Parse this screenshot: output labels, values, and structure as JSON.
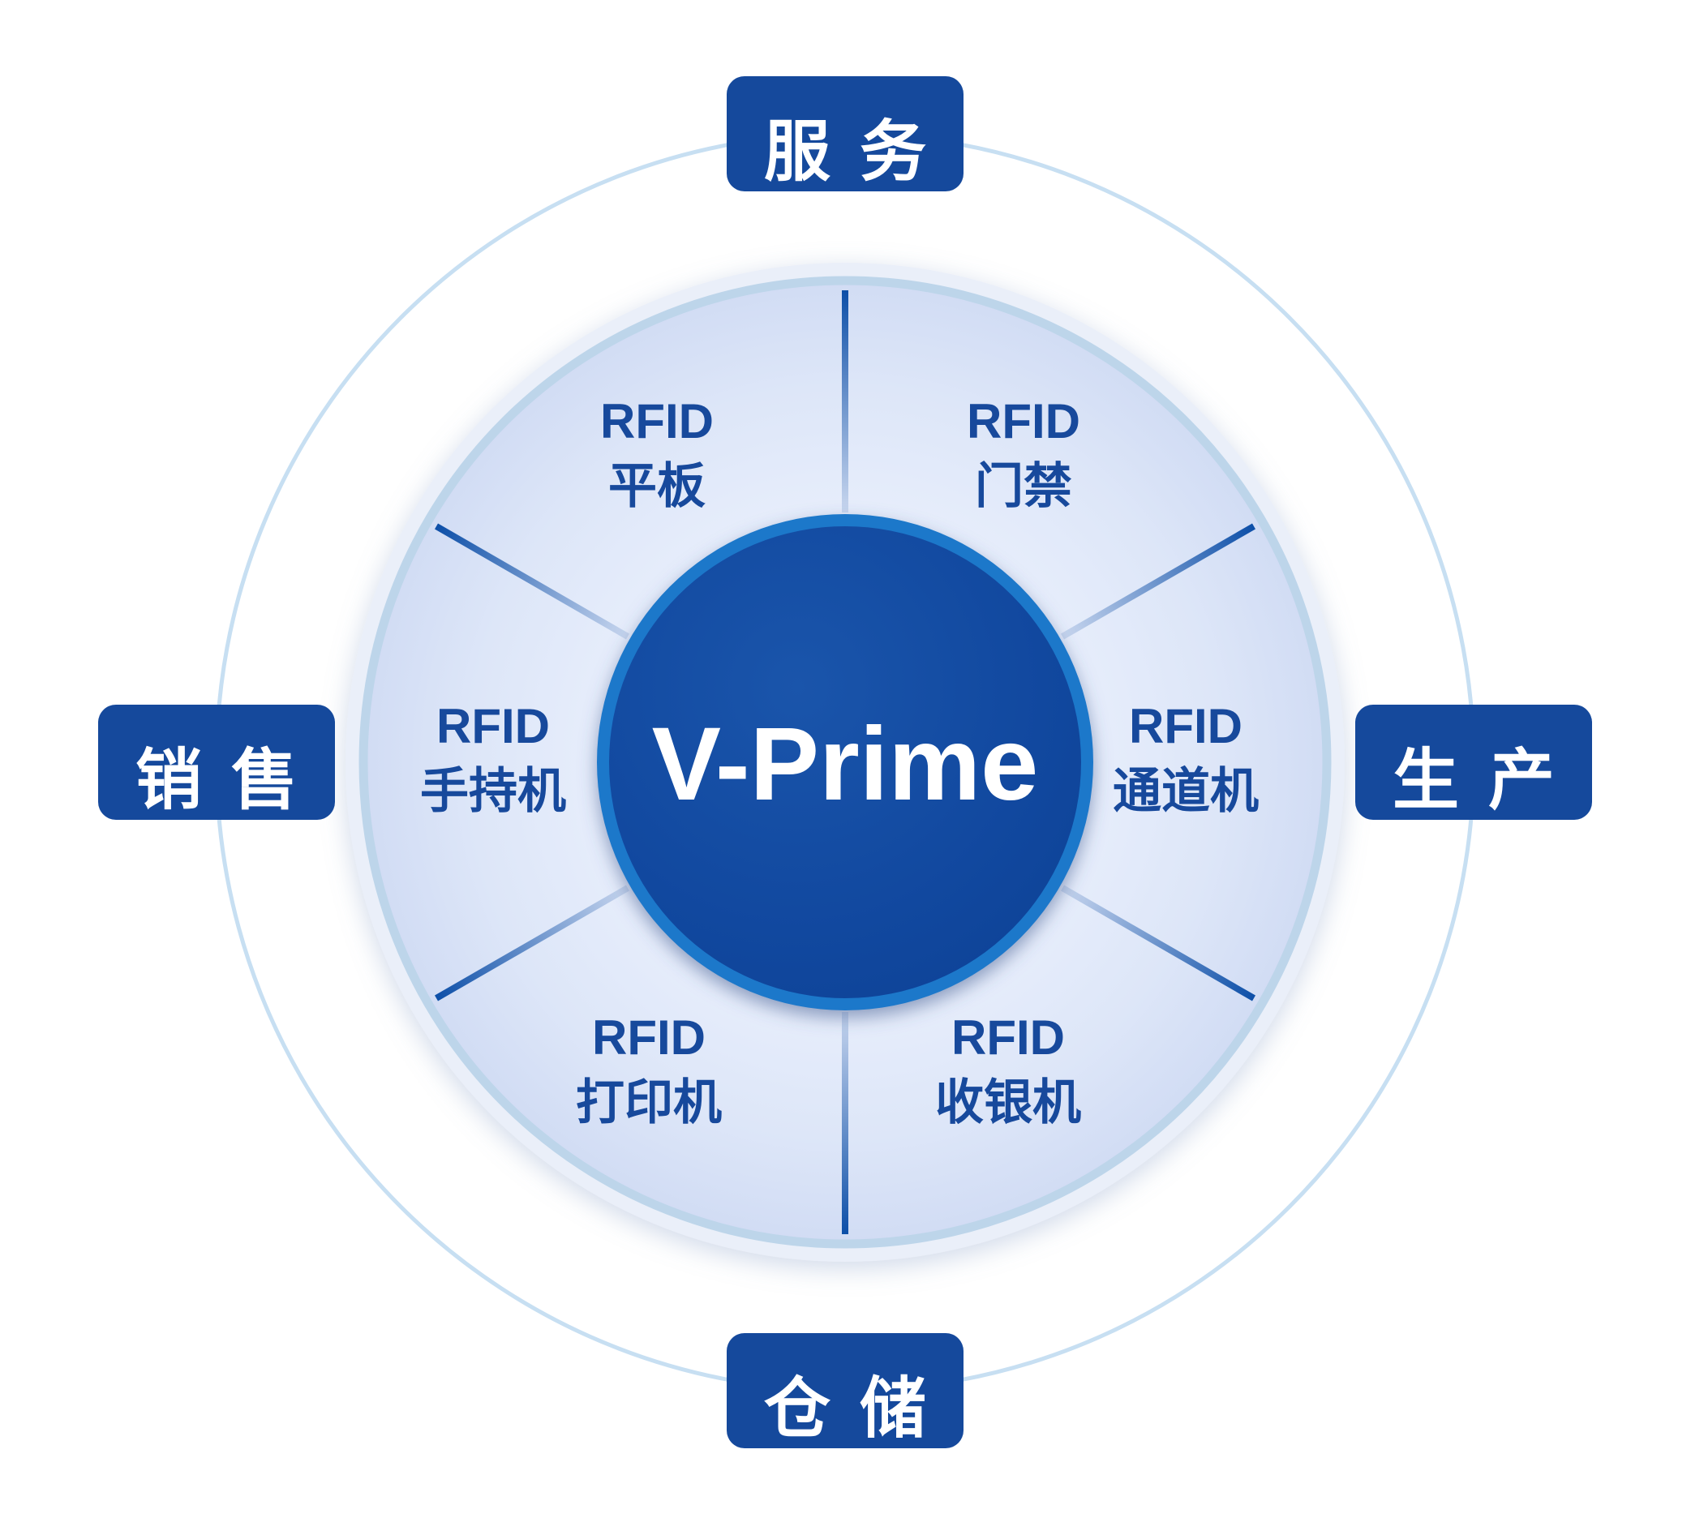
{
  "center": {
    "label": "V-Prime"
  },
  "segments": [
    {
      "id": "tablet",
      "position": "top-left",
      "line1": "RFID",
      "line2": "平板"
    },
    {
      "id": "access-control",
      "position": "top-right",
      "line1": "RFID",
      "line2": "门禁"
    },
    {
      "id": "channel-machine",
      "position": "right",
      "line1": "RFID",
      "line2": "通道机"
    },
    {
      "id": "cash-register",
      "position": "bottom-right",
      "line1": "RFID",
      "line2": "收银机"
    },
    {
      "id": "printer",
      "position": "bottom-left",
      "line1": "RFID",
      "line2": "打印机"
    },
    {
      "id": "handheld",
      "position": "left",
      "line1": "RFID",
      "line2": "手持机"
    }
  ],
  "outer_nodes": [
    {
      "id": "service",
      "position": "top",
      "label": "服务"
    },
    {
      "id": "production",
      "position": "right",
      "label": "生产"
    },
    {
      "id": "warehousing",
      "position": "bottom",
      "label": "仓储"
    },
    {
      "id": "sales",
      "position": "left",
      "label": "销售"
    }
  ],
  "colors": {
    "primary_blue": "#15499c",
    "core_fill_blue": "#11479d",
    "core_ring_blue": "#1b78ca",
    "wheel_light_blue": "#dde7f8",
    "wheel_border_blue": "#bdd5ea",
    "divider_dark_blue": "#0d4fa8",
    "divider_light_blue": "#c9d7ef",
    "orbit_circle_blue": "#c7dff2",
    "segment_text_blue": "#17499c",
    "text_on_blue": "#ffffff"
  }
}
